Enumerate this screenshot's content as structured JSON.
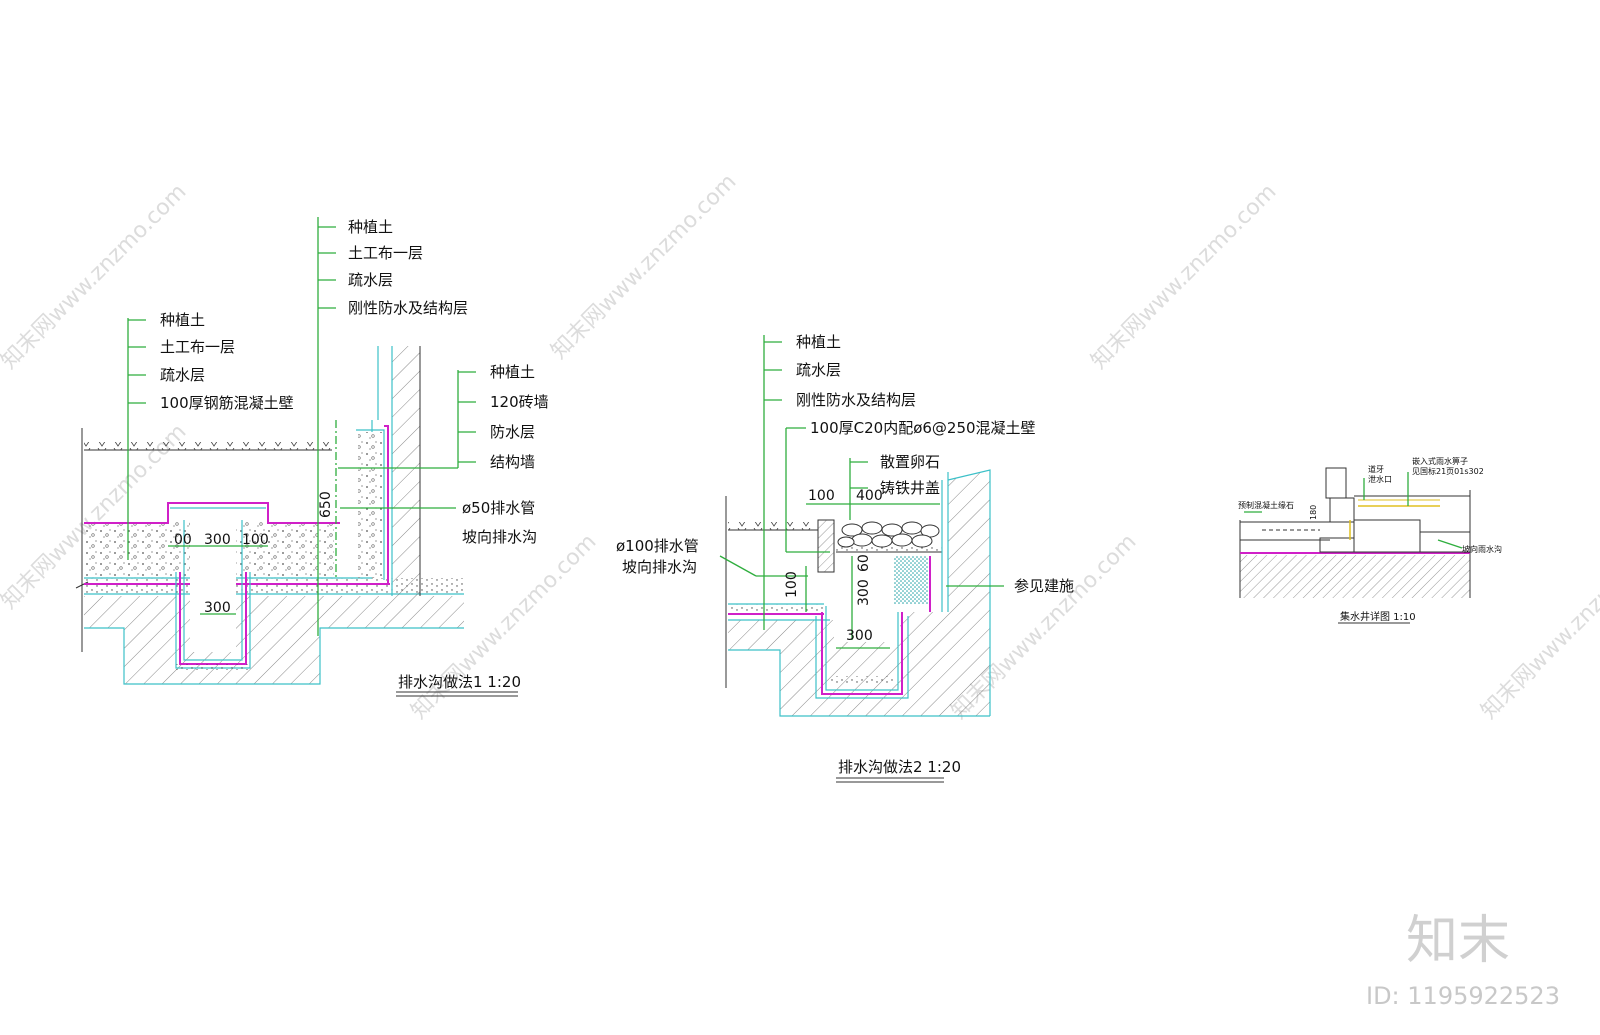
{
  "detail1": {
    "upper_callout": [
      "种植土",
      "土工布一层",
      "疏水层",
      "刚性防水及结构层"
    ],
    "left_callout": [
      "种植土",
      "土工布一层",
      "疏水层",
      "100厚钢筋混凝土壁"
    ],
    "right_callout": [
      "种植土",
      "120砖墙",
      "防水层",
      "结构墙"
    ],
    "pipe_note": [
      "ø50排水管",
      "坡向排水沟"
    ],
    "dims": {
      "d00": "00",
      "d300a": "300",
      "d100": "100",
      "d300b": "300",
      "d650": "650"
    },
    "title": "排水沟做法1 1:20"
  },
  "detail2": {
    "callout": [
      "种植土",
      "疏水层",
      "刚性防水及结构层"
    ],
    "wall_note": "100厚C20内配ø6@250混凝土壁",
    "cover_note": [
      "散置卵石",
      "铸铁井盖"
    ],
    "pipe_note": [
      "ø100排水管",
      "坡向排水沟"
    ],
    "refer_note": "参见建施",
    "dims": {
      "d100a": "100",
      "d400": "400",
      "d60": "60",
      "d300v": "300",
      "d100v": "100",
      "d300h": "300"
    },
    "title": "排水沟做法2 1:20"
  },
  "detail3": {
    "labels": {
      "a": "道牙",
      "b": "泄水口",
      "c": "预制混凝土缘石",
      "d": "坡向雨水沟",
      "e": "嵌入式雨水箅子",
      "f": "见国标21页01s302",
      "g": "180"
    },
    "title": "集水井详图 1:10"
  },
  "watermark": {
    "text": "知末网www.znzmo.com",
    "brand": "知末",
    "id": "ID: 1195922523"
  },
  "colors": {
    "leader": "#2fae3e",
    "boundary": "#3cc0c8",
    "membrane": "#d020c8"
  }
}
